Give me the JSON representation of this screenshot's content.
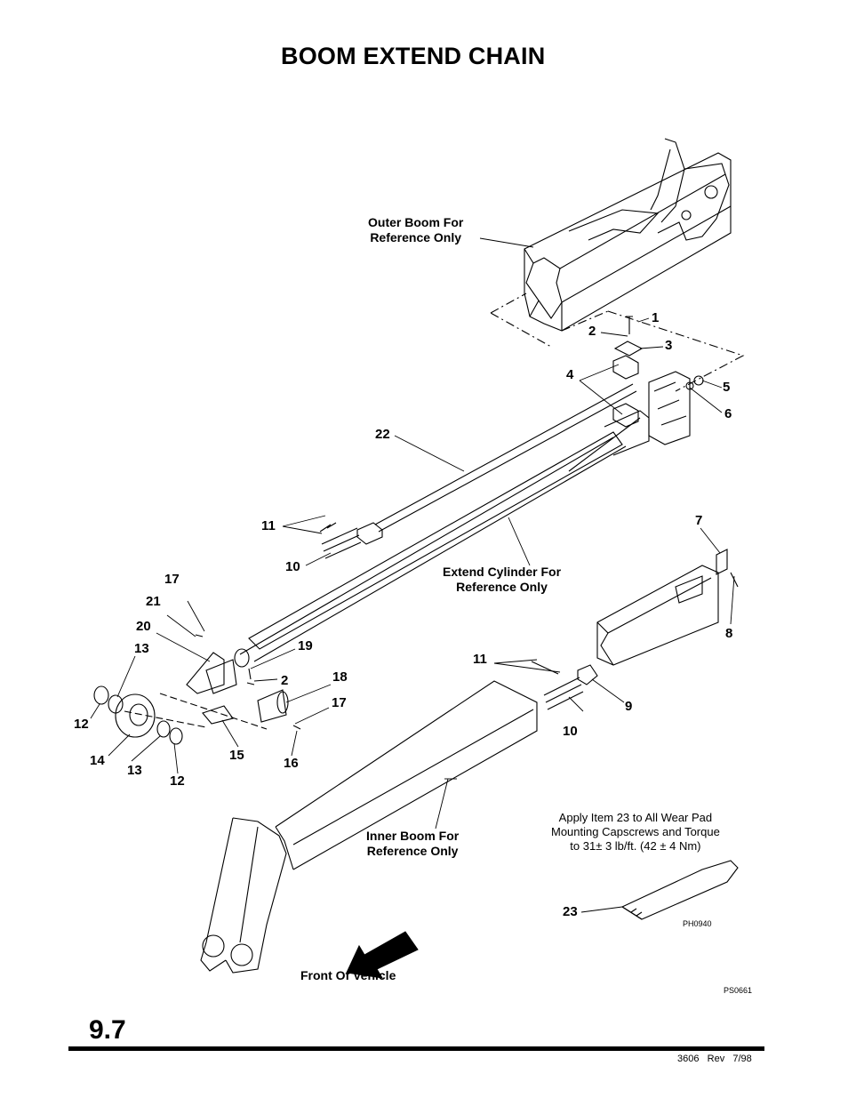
{
  "title": "BOOM EXTEND CHAIN",
  "labels": {
    "outer_boom": [
      "Outer Boom For",
      "Reference Only"
    ],
    "extend_cylinder": [
      "Extend Cylinder For",
      "Reference Only"
    ],
    "inner_boom": [
      "Inner Boom For",
      "Reference Only"
    ],
    "front": "Front Of Vehicle"
  },
  "note": [
    "Apply Item 23 to All Wear Pad",
    "Mounting Capscrews and Torque",
    "to 31± 3 lb/ft. (42 ± 4 Nm)"
  ],
  "codes": {
    "ps": "PS0661",
    "ph": "PH0940"
  },
  "callouts": {
    "c1": "1",
    "c2a": "2",
    "c3": "3",
    "c4": "4",
    "c5": "5",
    "c6": "6",
    "c7": "7",
    "c8": "8",
    "c9": "9",
    "c10a": "10",
    "c10b": "10",
    "c11a": "11",
    "c11b": "11",
    "c12a": "12",
    "c12b": "12",
    "c13a": "13",
    "c13b": "13",
    "c14": "14",
    "c15": "15",
    "c16": "16",
    "c17a": "17",
    "c17b": "17",
    "c18": "18",
    "c19": "19",
    "c2b": "2",
    "c20": "20",
    "c21": "21",
    "c22": "22",
    "c23": "23"
  },
  "section": "9.7",
  "footer": "3606   Rev   7/98"
}
